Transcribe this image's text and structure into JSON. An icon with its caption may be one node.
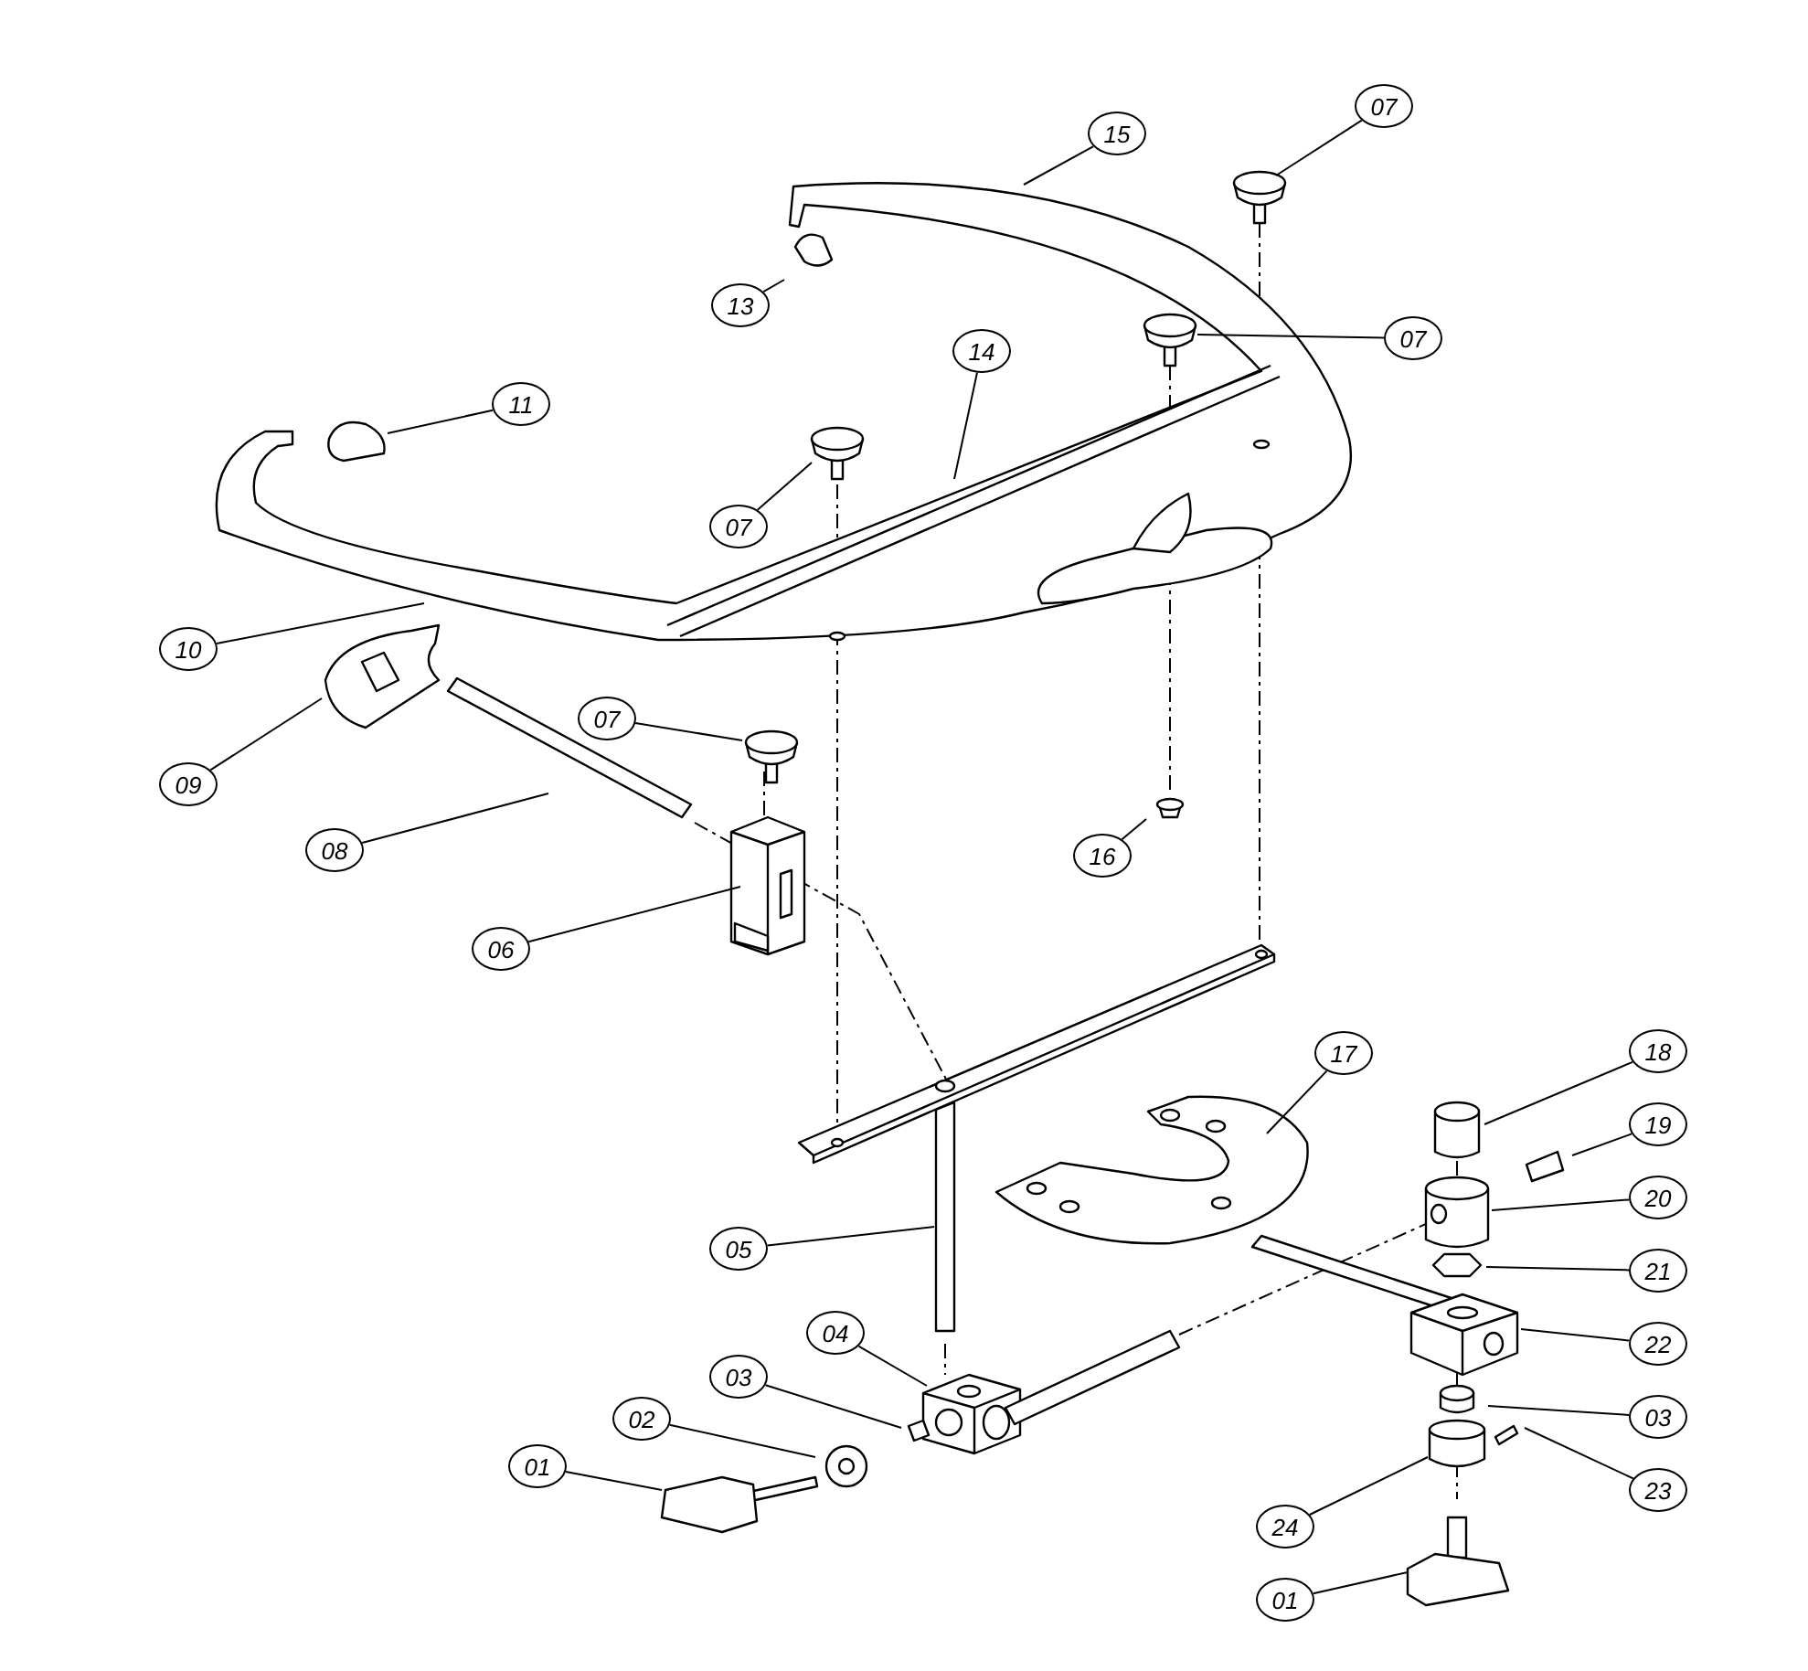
{
  "diagram": {
    "nodes": [
      {
        "text": [
          "07"
        ]
      },
      {
        "text": [
          "15"
        ]
      },
      {
        "text": [
          "13"
        ]
      },
      {
        "text": [
          "07"
        ]
      },
      {
        "text": [
          "14"
        ]
      },
      {
        "text": [
          "11"
        ]
      },
      {
        "text": [
          "07"
        ]
      },
      {
        "text": [
          "10"
        ]
      },
      {
        "text": [
          "07"
        ]
      },
      {
        "text": [
          "09"
        ]
      },
      {
        "text": [
          "08"
        ]
      },
      {
        "text": [
          "16"
        ]
      },
      {
        "text": [
          "06"
        ]
      },
      {
        "text": [
          "17"
        ]
      },
      {
        "text": [
          "18"
        ]
      },
      {
        "text": [
          "19"
        ]
      },
      {
        "text": [
          "20"
        ]
      },
      {
        "text": [
          "05"
        ]
      },
      {
        "text": [
          "21"
        ]
      },
      {
        "text": [
          "22"
        ]
      },
      {
        "text": [
          "04"
        ]
      },
      {
        "text": [
          "03"
        ]
      },
      {
        "text": [
          "03"
        ]
      },
      {
        "text": [
          "02"
        ]
      },
      {
        "text": [
          "01"
        ]
      },
      {
        "text": [
          "23"
        ]
      },
      {
        "text": [
          "24"
        ]
      },
      {
        "text": [
          "01"
        ]
      }
    ],
    "edges": [
      {
        "from": 0,
        "to": null,
        "arrow": "none"
      },
      {
        "from": 1,
        "to": null,
        "arrow": "none"
      },
      {
        "from": 2,
        "to": null,
        "arrow": "none"
      },
      {
        "from": 3,
        "to": null,
        "arrow": "none"
      },
      {
        "from": 4,
        "to": null,
        "arrow": "none"
      },
      {
        "from": 5,
        "to": null,
        "arrow": "none"
      },
      {
        "from": 6,
        "to": null,
        "arrow": "none"
      },
      {
        "from": 7,
        "to": null,
        "arrow": "none"
      },
      {
        "from": 8,
        "to": null,
        "arrow": "none"
      },
      {
        "from": 9,
        "to": null,
        "arrow": "none"
      },
      {
        "from": 10,
        "to": null,
        "arrow": "none"
      },
      {
        "from": 11,
        "to": null,
        "arrow": "none"
      },
      {
        "from": 12,
        "to": null,
        "arrow": "none"
      },
      {
        "from": 13,
        "to": null,
        "arrow": "none"
      },
      {
        "from": 14,
        "to": null,
        "arrow": "none"
      },
      {
        "from": 15,
        "to": null,
        "arrow": "none"
      },
      {
        "from": 16,
        "to": null,
        "arrow": "none"
      },
      {
        "from": 17,
        "to": null,
        "arrow": "none"
      },
      {
        "from": 18,
        "to": null,
        "arrow": "none"
      },
      {
        "from": 19,
        "to": null,
        "arrow": "none"
      },
      {
        "from": 20,
        "to": null,
        "arrow": "none"
      },
      {
        "from": 21,
        "to": null,
        "arrow": "none"
      },
      {
        "from": 22,
        "to": null,
        "arrow": "none"
      },
      {
        "from": 23,
        "to": null,
        "arrow": "none"
      },
      {
        "from": 24,
        "to": null,
        "arrow": "none"
      },
      {
        "from": 25,
        "to": null,
        "arrow": "none"
      },
      {
        "from": 26,
        "to": null,
        "arrow": "none"
      },
      {
        "from": 27,
        "to": null,
        "arrow": "none"
      }
    ]
  }
}
